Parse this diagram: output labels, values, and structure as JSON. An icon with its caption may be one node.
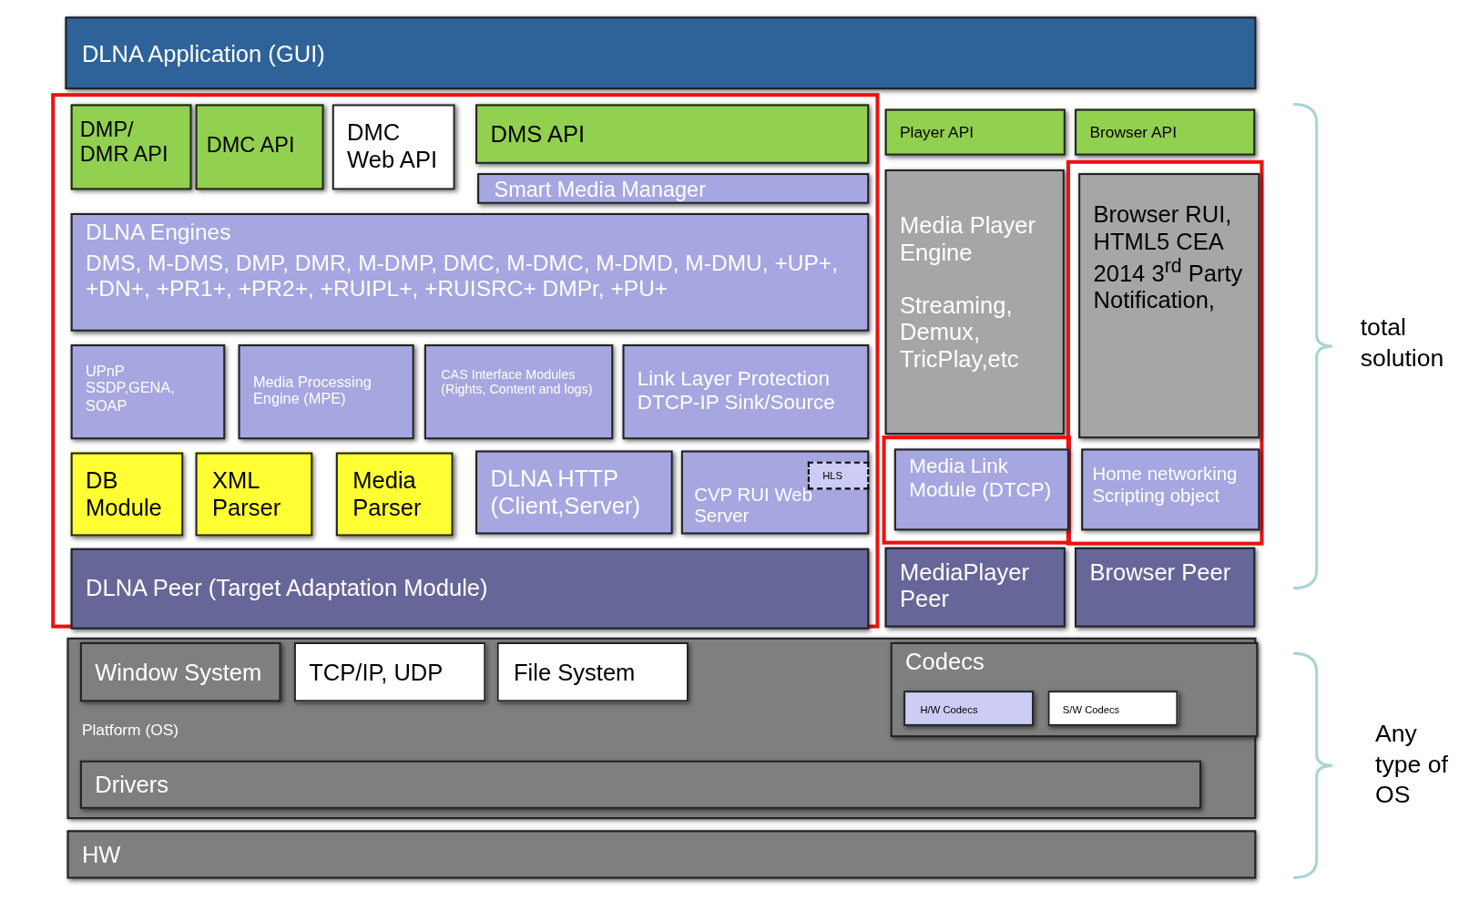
{
  "diagram": {
    "nodes": [
      {
        "text": [
          "DLNA Application (GUI)"
        ]
      },
      {
        "text": [],
        "shape": "box"
      },
      {
        "text": [
          "DMP/ DMR API"
        ],
        "in": 1
      },
      {
        "text": [
          "DMC API"
        ],
        "in": 1
      },
      {
        "text": [
          "DMC Web API"
        ],
        "in": 1
      },
      {
        "text": [
          "DMS API"
        ],
        "in": 1
      },
      {
        "text": [
          "Smart Media Manager"
        ],
        "in": 1
      },
      {
        "text": [
          "Player API"
        ]
      },
      {
        "text": [
          "Browser API"
        ]
      },
      {
        "text": [
          "Media Player Engine",
          "Streaming, Demux, TricPlay,etc"
        ]
      },
      {
        "text": [],
        "shape": "box"
      },
      {
        "text": [
          "Browser RUI, HTML5 CEA 2014 3$^{rd}$ Party Notification,"
        ],
        "in": 10
      },
      {
        "text": [
          "DLNA Engines",
          "DMS, M-DMS, DMP, DMR, M-DMP, DMC, M-DMC, M-DMD, M-DMU, +UP+, +DN+, +PR1+, +PR2+, +RUIPL+, +RUISRC+ DMPr, +PU+"
        ],
        "in": 1
      },
      {
        "text": [
          "UPnP SSDP,GENA, SOAP"
        ],
        "in": 1
      },
      {
        "text": [
          "Media Processing Engine (MPE)"
        ],
        "in": 1
      },
      {
        "text": [
          "CAS Interface Modules (Rights, Content and logs)"
        ],
        "in": 1
      },
      {
        "text": [
          "Link Layer Protection DTCP-IP Sink/Source"
        ],
        "in": 1
      },
      {
        "text": [
          "DB Module"
        ],
        "in": 1
      },
      {
        "text": [
          "XML Parser"
        ],
        "in": 1
      },
      {
        "text": [
          "Media Parser"
        ],
        "in": 1
      },
      {
        "text": [
          "DLNA HTTP (Client,Server)"
        ],
        "in": 1
      },
      {
        "text": [
          "CVP RUI Web Server"
        ],
        "in": 1
      },
      {
        "text": [
          "HLS"
        ],
        "in": 21
      },
      {
        "text": [],
        "shape": "box"
      },
      {
        "text": [
          "Media Link Module (DTCP)"
        ],
        "in": 23
      },
      {
        "text": [
          "Home networking Scripting object"
        ],
        "in": 10
      },
      {
        "text": [
          "DLNA Peer (Target Adaptation Module)"
        ],
        "in": 1
      },
      {
        "text": [
          "MediaPlayer Peer"
        ]
      },
      {
        "text": [
          "Browser Peer"
        ]
      },
      {
        "text": [
          "Platform (OS)"
        ]
      },
      {
        "text": [
          "Window System"
        ],
        "in": 29
      },
      {
        "text": [
          "TCP/IP, UDP"
        ],
        "in": 29
      },
      {
        "text": [
          "File System"
        ],
        "in": 29
      },
      {
        "text": [
          "Codecs"
        ],
        "in": 29
      },
      {
        "text": [
          "H/W Codecs"
        ],
        "in": 33
      },
      {
        "text": [
          "S/W Codecs"
        ],
        "in": 33
      },
      {
        "text": [
          "Drivers"
        ],
        "in": 29
      },
      {
        "text": [
          "HW"
        ]
      }
    ],
    "labels": [
      "total solution",
      "Any type of OS"
    ]
  }
}
